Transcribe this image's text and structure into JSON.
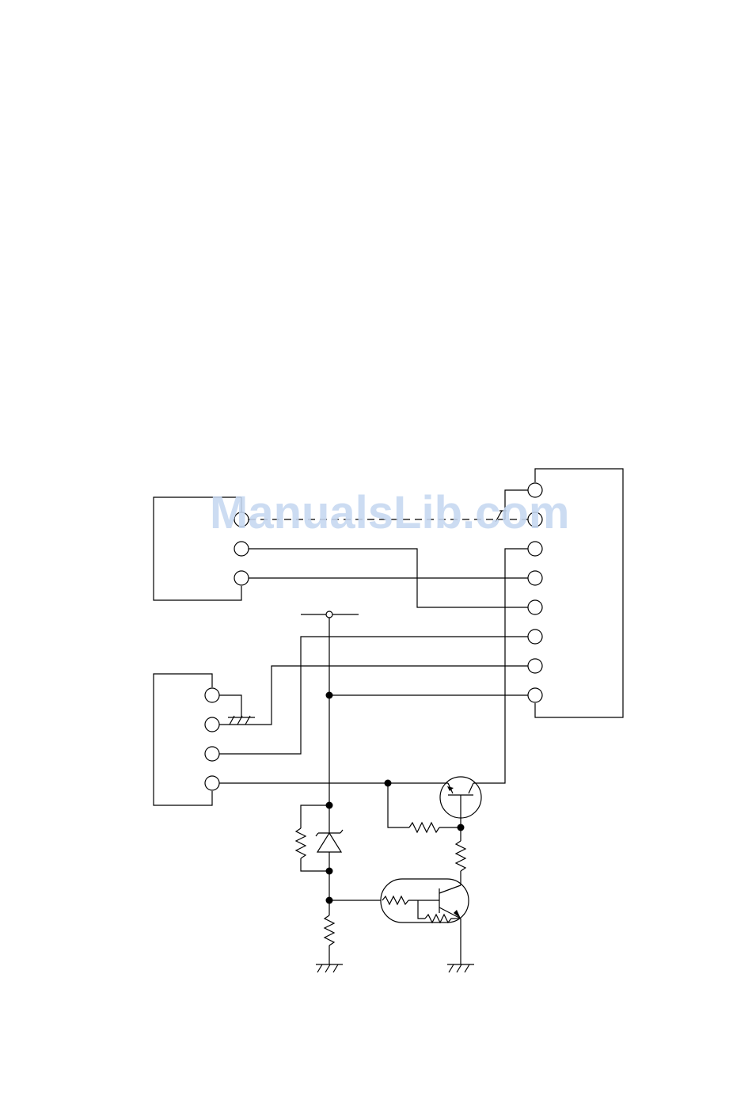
{
  "watermark": {
    "text": "ManualsLib.com",
    "color": "#c6d8f1"
  },
  "diagram": {
    "kind": "wiring-schematic",
    "connectors": [
      {
        "id": "upper-left-connector",
        "pins": 3
      },
      {
        "id": "lower-left-connector",
        "pins": 4
      },
      {
        "id": "right-connector",
        "pins": 8
      }
    ],
    "components": [
      "zener-diode",
      "pnp-transistor",
      "digital-transistor",
      "resistor",
      "resistor",
      "resistor",
      "resistor"
    ],
    "stroke_color": "#000000"
  }
}
